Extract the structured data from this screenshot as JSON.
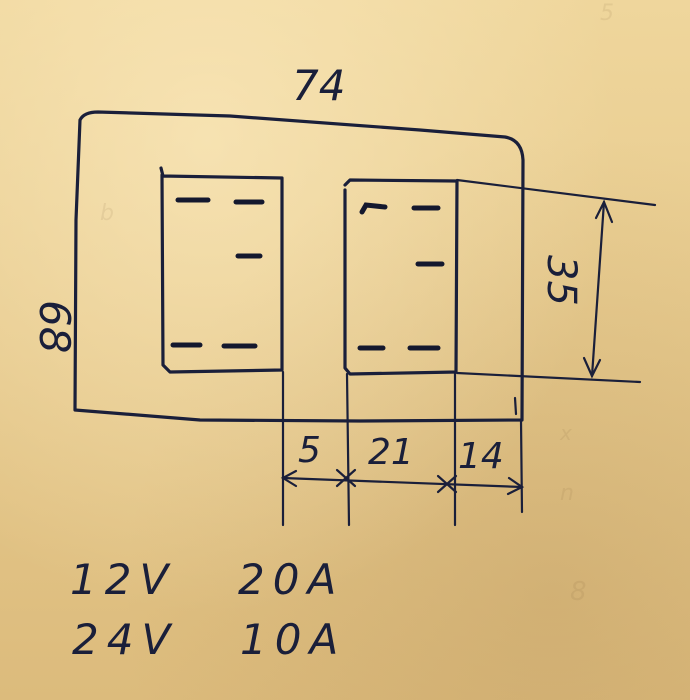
{
  "dimensions": {
    "width": "74",
    "height": "68",
    "window_height": "35",
    "gap_left": "5",
    "window_width": "21",
    "gap_right": "14"
  },
  "specs": [
    {
      "voltage": "12V",
      "current": "20A"
    },
    {
      "voltage": "24V",
      "current": "10A"
    }
  ],
  "ink_color": "#1a1f3a",
  "paper_color": "#e7c98a"
}
